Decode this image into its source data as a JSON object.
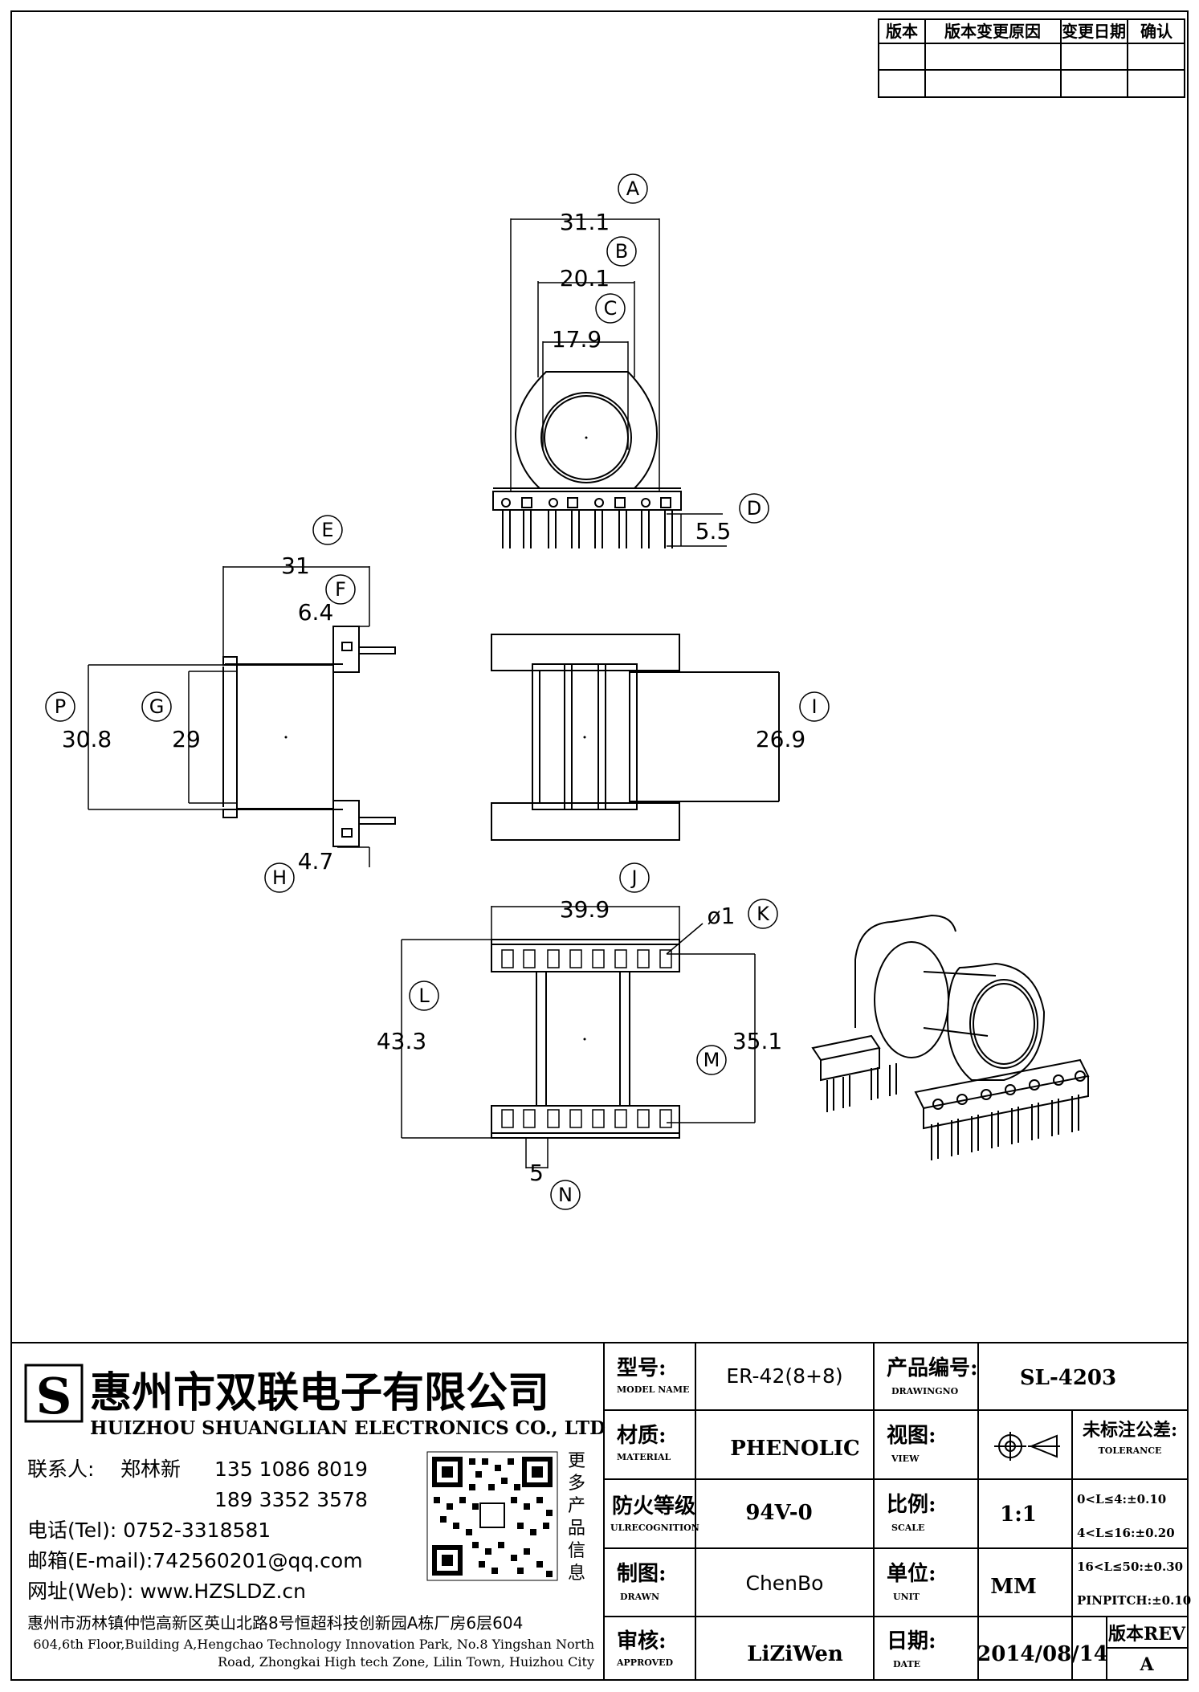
{
  "revision_table": {
    "headers": [
      "版本",
      "版本变更原因",
      "变更日期",
      "确认"
    ]
  },
  "dimensions": {
    "A": "31.1",
    "B": "20.1",
    "C": "17.9",
    "D": "5.5",
    "E": "31",
    "F": "6.4",
    "P": "30.8",
    "G": "29",
    "H": "4.7",
    "I": "26.9",
    "J": "39.9",
    "K": "ø1",
    "L": "43.3",
    "M": "35.1",
    "N": "5"
  },
  "callouts": [
    "A",
    "B",
    "C",
    "D",
    "E",
    "F",
    "P",
    "G",
    "H",
    "I",
    "J",
    "K",
    "L",
    "M",
    "N"
  ],
  "company": {
    "name_cn": "惠州市双联电子有限公司",
    "name_en": "HUIZHOU SHUANGLIAN ELECTRONICS CO., LTD",
    "contact_label": "联系人:",
    "contact_name": "郑林新",
    "phone1": "135 1086 8019",
    "phone2": "189 3352 3578",
    "tel": "电话(Tel): 0752-3318581",
    "email": "邮箱(E-mail):742560201@qq.com",
    "web": "网址(Web): www.HZSLDZ.cn",
    "qr_side": [
      "更",
      "多",
      "产",
      "品",
      "信",
      "息"
    ],
    "address_cn": "惠州市沥林镇仲恺高新区英山北路8号恒超科技创新园A栋厂房6层604",
    "address_en_1": "604,6th Floor,Building A,Hengchao Technology Innovation Park, No.8 Yingshan North",
    "address_en_2": "Road, Zhongkai High tech Zone, Lilin Town, Huizhou City"
  },
  "title_block": {
    "model_label": "型号:",
    "model_label_en": "MODEL NAME",
    "model_value": "ER-42(8+8)",
    "drawingno_label": "产品编号:",
    "drawingno_label_en": "DRAWINGNO",
    "drawingno_value": "SL-4203",
    "material_label": "材质:",
    "material_label_en": "MATERIAL",
    "material_value": "PHENOLIC",
    "view_label": "视图:",
    "view_label_en": "VIEW",
    "tolerance_label": "未标注公差:",
    "tolerance_label_en": "TOLERANCE",
    "fire_label": "防火等级",
    "fire_label_en": "ULRECOGNITION",
    "fire_value": "94V-0",
    "scale_label": "比例:",
    "scale_label_en": "SCALE",
    "scale_value": "1:1",
    "tol_lines": [
      "0<L≤4:±0.10",
      "4<L≤16:±0.20",
      "16<L≤50:±0.30",
      "PINPITCH:±0.10"
    ],
    "drawn_label": "制图:",
    "drawn_label_en": "DRAWN",
    "drawn_value": "ChenBo",
    "unit_label": "单位:",
    "unit_label_en": "UNIT",
    "unit_value": "MM",
    "approved_label": "审核:",
    "approved_label_en": "APPROVED",
    "approved_value": "LiZiWen",
    "date_label": "日期:",
    "date_label_en": "DATE",
    "date_value": "2014/08/14",
    "rev_label": "版本REV",
    "rev_value": "A"
  }
}
